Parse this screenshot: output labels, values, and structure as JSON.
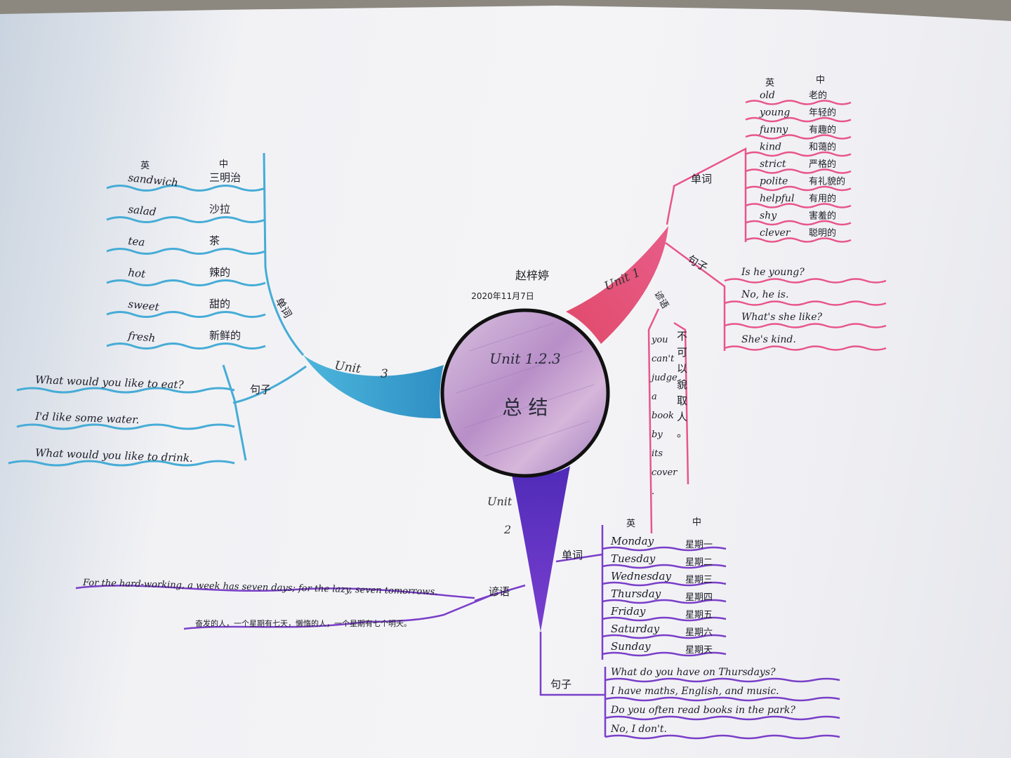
{
  "center": {
    "title": "Unit 1.2.3",
    "subtitle": "总 结",
    "author": "赵梓婷",
    "date": "2020年11月7日"
  },
  "colors": {
    "unit1": "#e0426f",
    "unit1_line": "#e8558a",
    "unit2": "#6a2fc4",
    "unit2_line": "#7a3fc8",
    "unit3": "#3aa6d0",
    "unit3_line": "#46acd6",
    "center_fill": "#c9a9d6"
  },
  "unit1": {
    "label": "Unit 1",
    "words_label": "单词",
    "col_en": "英",
    "col_zh": "中",
    "words": [
      {
        "en": "old",
        "zh": "老的"
      },
      {
        "en": "young",
        "zh": "年轻的"
      },
      {
        "en": "funny",
        "zh": "有趣的"
      },
      {
        "en": "kind",
        "zh": "和蔼的"
      },
      {
        "en": "strict",
        "zh": "严格的"
      },
      {
        "en": "polite",
        "zh": "有礼貌的"
      },
      {
        "en": "helpful",
        "zh": "有用的"
      },
      {
        "en": "shy",
        "zh": "害羞的"
      },
      {
        "en": "clever",
        "zh": "聪明的"
      }
    ],
    "sentences_label": "句子",
    "sentences": [
      "Is he young?",
      "No, he is.",
      "What's she like?",
      "She's kind."
    ],
    "proverb_label": "谚语",
    "proverb_en": [
      "you",
      "can't",
      "judge",
      "a",
      "book",
      "by",
      "its",
      "cover",
      "."
    ],
    "proverb_zh": [
      "不",
      "可",
      "以",
      "貌",
      "取",
      "人",
      "。"
    ]
  },
  "unit2": {
    "label_a": "Unit",
    "label_b": "2",
    "words_label": "单词",
    "col_en": "英",
    "col_zh": "中",
    "words": [
      {
        "en": "Monday",
        "zh": "星期一"
      },
      {
        "en": "Tuesday",
        "zh": "星期二"
      },
      {
        "en": "Wednesday",
        "zh": "星期三"
      },
      {
        "en": "Thursday",
        "zh": "星期四"
      },
      {
        "en": "Friday",
        "zh": "星期五"
      },
      {
        "en": "Saturday",
        "zh": "星期六"
      },
      {
        "en": "Sunday",
        "zh": "星期天"
      }
    ],
    "proverb_label": "谚语",
    "proverb_en": "For the hard-working, a week has seven days; for the lazy, seven tomorrows.",
    "proverb_zh": "奋发的人，一个星期有七天，懒惰的人，一个星期有七个明天。",
    "sentences_label": "句子",
    "sentences": [
      "What do you have on Thursdays?",
      "I have maths, English, and music.",
      "Do you often read books in the park?",
      "No, I don't."
    ]
  },
  "unit3": {
    "label_a": "Unit",
    "label_b": "3",
    "words_label": "单词",
    "col_en": "英",
    "col_zh": "中",
    "words": [
      {
        "en": "sandwich",
        "zh": "三明治"
      },
      {
        "en": "salad",
        "zh": "沙拉"
      },
      {
        "en": "tea",
        "zh": "茶"
      },
      {
        "en": "hot",
        "zh": "辣的"
      },
      {
        "en": "sweet",
        "zh": "甜的"
      },
      {
        "en": "fresh",
        "zh": "新鲜的"
      }
    ],
    "sentences_label": "句子",
    "sentences": [
      "What would you like to eat?",
      "I'd like some water.",
      "What would you like to drink."
    ]
  }
}
